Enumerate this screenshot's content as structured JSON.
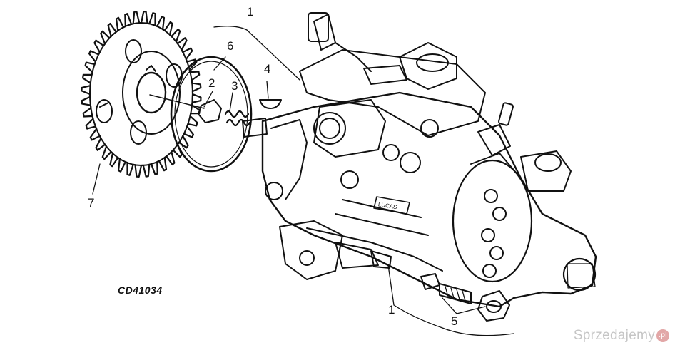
{
  "figure": {
    "code": "CD41034",
    "callouts": {
      "c1_top": "1",
      "c1_bottom": "1",
      "c2": "2",
      "c3": "3",
      "c4": "4",
      "c5": "5",
      "c6": "6",
      "c7": "7"
    },
    "plate_text": "LUCAS"
  },
  "watermark": {
    "text": "Sprzedajemy",
    "suffix": ".pl"
  },
  "colors": {
    "ink": "#111111",
    "paper": "#ffffff"
  }
}
